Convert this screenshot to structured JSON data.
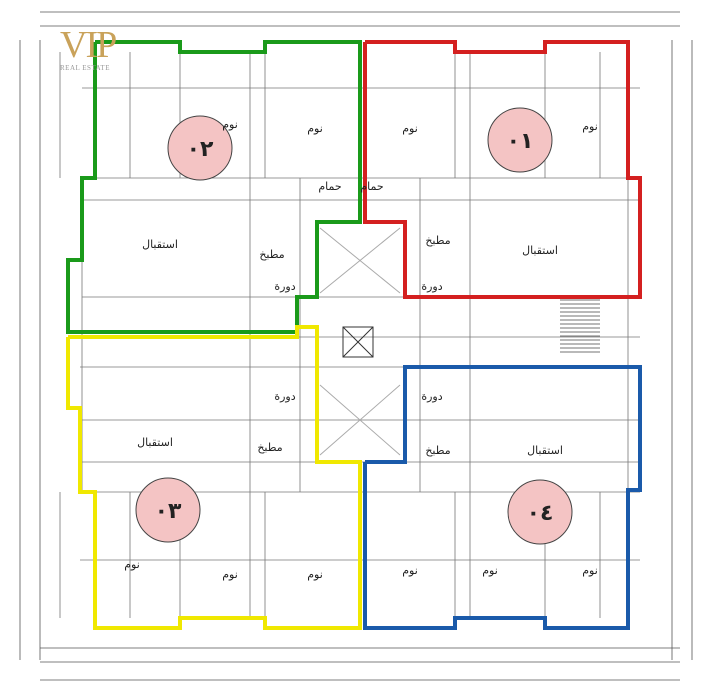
{
  "logo": {
    "mark": "VIP",
    "subtitle": "REAL ESTATE"
  },
  "units": [
    {
      "number": "٠١",
      "outline_color": "#d42020"
    },
    {
      "number": "٠٢",
      "outline_color": "#1a9a1a"
    },
    {
      "number": "٠٣",
      "outline_color": "#f0e800"
    },
    {
      "number": "٠٤",
      "outline_color": "#1a5aaa"
    }
  ],
  "circle_fill": "#f4c4c4",
  "room_labels": {
    "reception": "استقبال",
    "kitchen": "مطبخ",
    "bedroom": "نوم",
    "bathroom": "حمام",
    "toilet": "دورة"
  }
}
